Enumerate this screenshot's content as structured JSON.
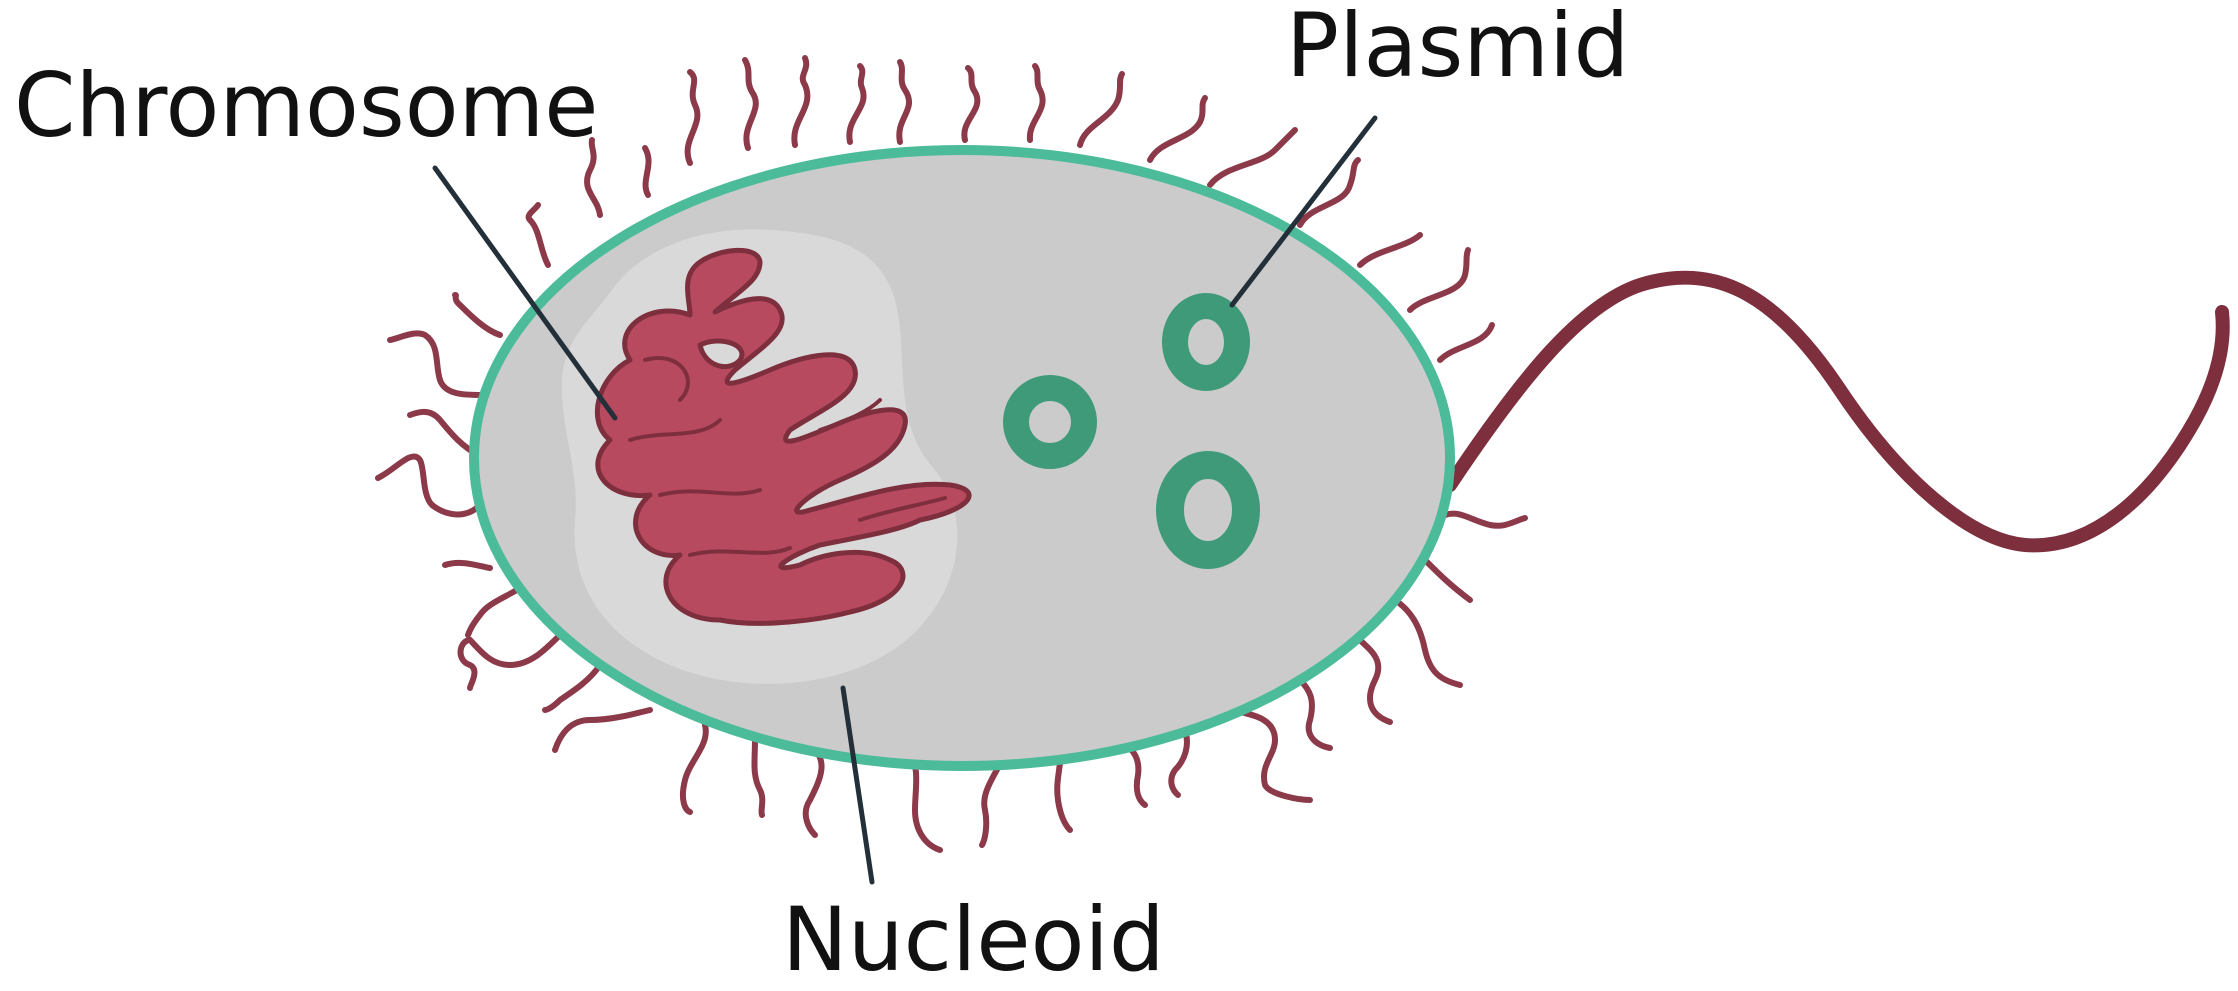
{
  "labels": {
    "chromosome": "Chromosome",
    "plasmid": "Plasmid",
    "nucleoid": "Nucleoid"
  },
  "colors": {
    "cell_fill": "#cbcbcb",
    "cell_outline": "#4cbb9a",
    "nucleoid_fill": "#d9d9d9",
    "chromosome_fill": "#b84a5f",
    "chromosome_outline": "#7e2f3e",
    "plasmid": "#3f9a7a",
    "pili": "#8c3a4a",
    "flagellum": "#7e2f3e",
    "leader_line": "#23303a",
    "text": "#111111"
  },
  "icons": [
    "pili",
    "flagellum",
    "plasmid-ring",
    "chromosome-coil"
  ]
}
